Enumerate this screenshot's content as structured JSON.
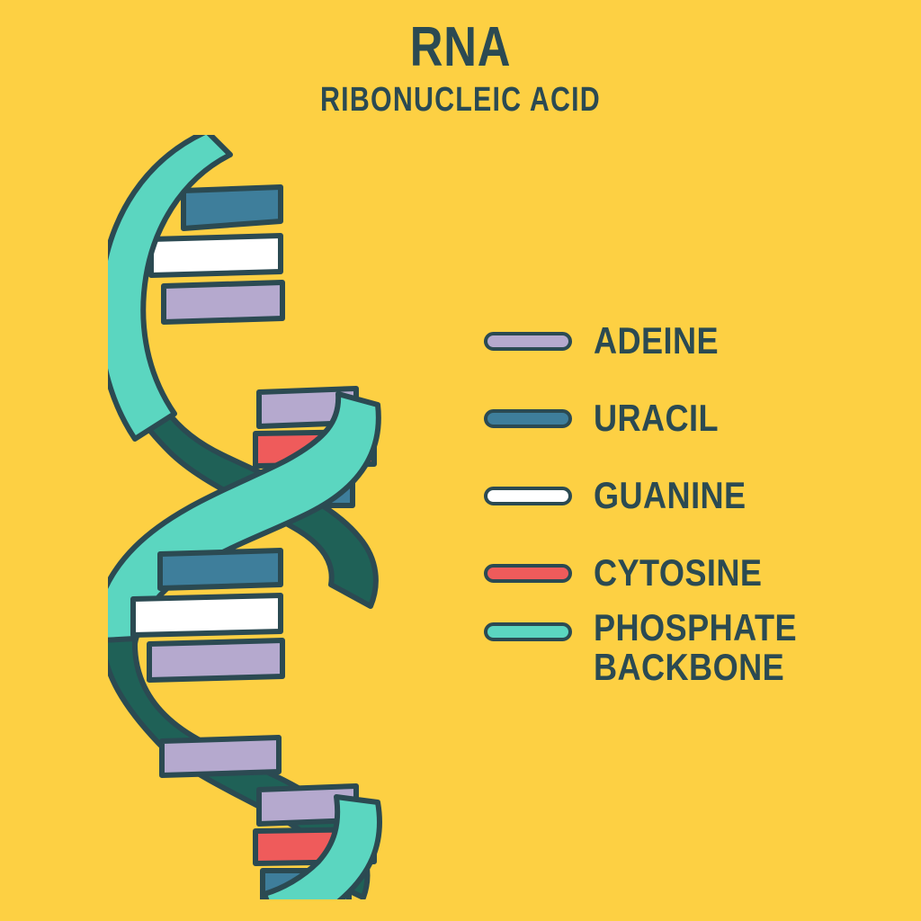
{
  "background_color": "#FDD043",
  "ink_color": "#2B4A52",
  "header": {
    "title": "RNA",
    "subtitle": "RIBONUCLEIC ACID"
  },
  "legend": {
    "items": [
      {
        "label": "ADEINE",
        "color": "#B5A9CE",
        "swatch_name": "adenine"
      },
      {
        "label": "URACIL",
        "color": "#3E7E9B",
        "swatch_name": "uracil"
      },
      {
        "label": "GUANINE",
        "color": "#FFFFFF",
        "swatch_name": "guanine"
      },
      {
        "label": "CYTOSINE",
        "color": "#EF5B5B",
        "swatch_name": "cytosine"
      },
      {
        "label": "PHOSPHATE\nBACKBONE",
        "color": "#5BD6C0",
        "swatch_name": "phosphate-backbone"
      }
    ]
  },
  "diagram": {
    "name": "rna-single-helix",
    "stroke_color": "#2B4A52",
    "front_strand_color": "#5BD6C0",
    "back_strand_color": "#1F6157",
    "base_colors": {
      "adenine": "#B5A9CE",
      "uracil": "#3E7E9B",
      "guanine": "#FFFFFF",
      "cytosine": "#EF5B5B"
    },
    "rungs": [
      {
        "base": "uracil",
        "color": "#3E7E9B"
      },
      {
        "base": "guanine",
        "color": "#FFFFFF"
      },
      {
        "base": "adenine",
        "color": "#B5A9CE"
      },
      {
        "base": "adenine",
        "color": "#B5A9CE"
      },
      {
        "base": "cytosine",
        "color": "#EF5B5B"
      },
      {
        "base": "uracil",
        "color": "#3E7E9B"
      },
      {
        "base": "uracil",
        "color": "#3E7E9B"
      },
      {
        "base": "guanine",
        "color": "#FFFFFF"
      },
      {
        "base": "adenine",
        "color": "#B5A9CE"
      },
      {
        "base": "adenine",
        "color": "#B5A9CE"
      },
      {
        "base": "cytosine",
        "color": "#EF5B5B"
      },
      {
        "base": "uracil",
        "color": "#3E7E9B"
      }
    ]
  }
}
